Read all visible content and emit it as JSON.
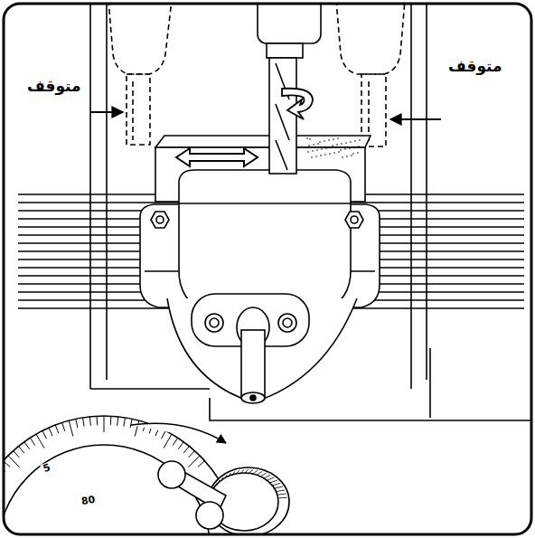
{
  "diagram": {
    "labels": [
      "متوقف",
      "متوقف",
      "5",
      "80"
    ]
  }
}
